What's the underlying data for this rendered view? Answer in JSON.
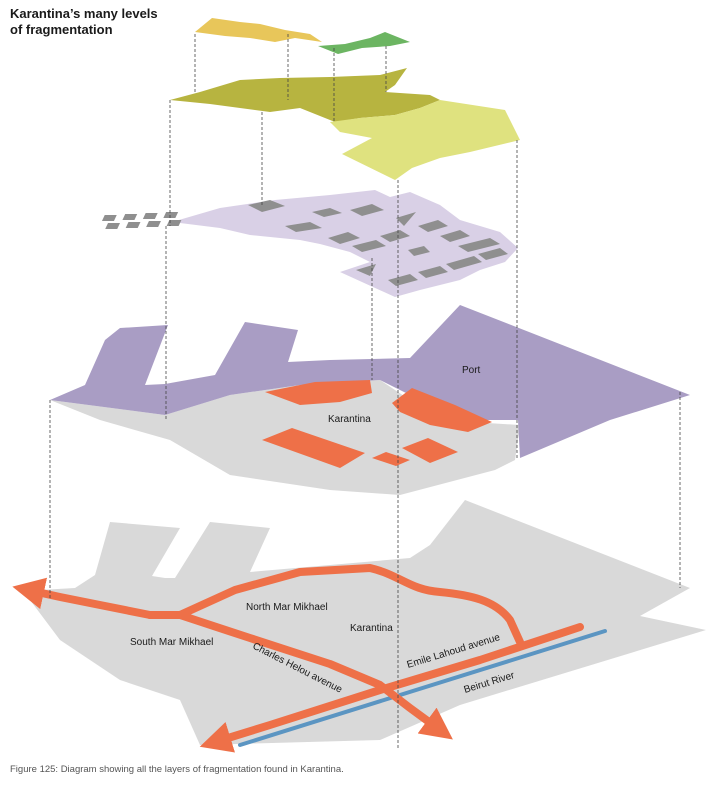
{
  "title_lines": [
    "Karantina’s many levels",
    "of fragmentation"
  ],
  "caption": "Figure 125: Diagram showing all the layers of fragmentation found in Karantina.",
  "layers": {
    "port_layer": {
      "port_label": "Port",
      "area_label": "Karantina"
    },
    "base_layer": {
      "neighbourhoods": {
        "south": "South Mar Mikhael",
        "north": "North Mar Mikhael",
        "karantina": "Karantina"
      },
      "roads": {
        "charles_helou": "Charles Helou avenue",
        "emile_lahoud": "Emile Lahoud avenue"
      },
      "river": "Beirut River"
    }
  },
  "colors": {
    "yellow_layer": "#e8c65a",
    "green_layer": "#6cb562",
    "olive_layer": "#b7b440",
    "pale_yellow_layer": "#dfe27f",
    "lilac_layer": "#d9d0e6",
    "building_grey": "#8f8f8f",
    "port_purple": "#a99dc4",
    "ground_grey": "#d9d9d9",
    "orange": "#ee7048",
    "river_blue": "#5b95c2"
  }
}
